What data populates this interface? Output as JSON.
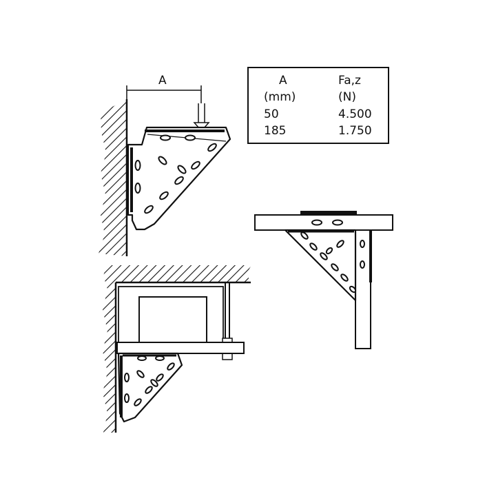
{
  "dimension_label": "A",
  "load_table": {
    "headers": [
      "A",
      "Fa,z"
    ],
    "units": [
      "(mm)",
      "(N)"
    ],
    "rows": [
      [
        "50",
        "4.500"
      ],
      [
        "185",
        "1.750"
      ]
    ]
  },
  "colors": {
    "ink": "#111111",
    "background": "#ffffff"
  }
}
